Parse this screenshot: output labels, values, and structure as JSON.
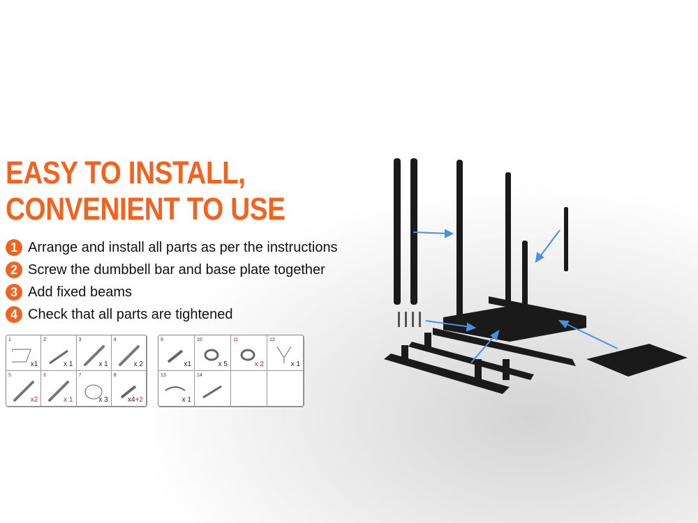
{
  "headline": {
    "line1": "EASY TO INSTALL,",
    "line2": "CONVENIENT TO USE"
  },
  "accent_color": "#f2631f",
  "steps": [
    {
      "num": "1",
      "text": "Arrange and install all parts as per the instructions"
    },
    {
      "num": "2",
      "text": "Screw the dumbbell bar and base plate together"
    },
    {
      "num": "3",
      "text": "Add fixed beams"
    },
    {
      "num": "4",
      "text": "Check that all parts are tightened"
    }
  ],
  "parts_left": [
    {
      "n": "1",
      "q": "x1",
      "icon": "plate"
    },
    {
      "n": "2",
      "q": "x 1",
      "icon": "beam"
    },
    {
      "n": "3",
      "q": "x 1",
      "icon": "tube"
    },
    {
      "n": "4",
      "q": "x 2",
      "icon": "tube"
    },
    {
      "n": "5",
      "q": "x2",
      "icon": "tube",
      "red": true
    },
    {
      "n": "6",
      "q": "x 1",
      "icon": "tube",
      "red": true
    },
    {
      "n": "7",
      "q": "x 3",
      "icon": "cap"
    },
    {
      "n": "8",
      "q": "x4",
      "extra": "+2",
      "icon": "bolt"
    }
  ],
  "parts_right": [
    {
      "n": "9",
      "q": "x1",
      "icon": "bolt"
    },
    {
      "n": "10",
      "q": "x 5",
      "icon": "washer"
    },
    {
      "n": "11",
      "q": "x 2",
      "icon": "washer",
      "red": true
    },
    {
      "n": "12",
      "q": "x 1",
      "icon": "harness"
    },
    {
      "n": "13",
      "q": "x 1",
      "icon": "strap"
    },
    {
      "n": "14",
      "q": "",
      "icon": "wrench"
    },
    {
      "n": "",
      "q": "",
      "icon": ""
    },
    {
      "n": "",
      "q": "",
      "icon": ""
    }
  ]
}
